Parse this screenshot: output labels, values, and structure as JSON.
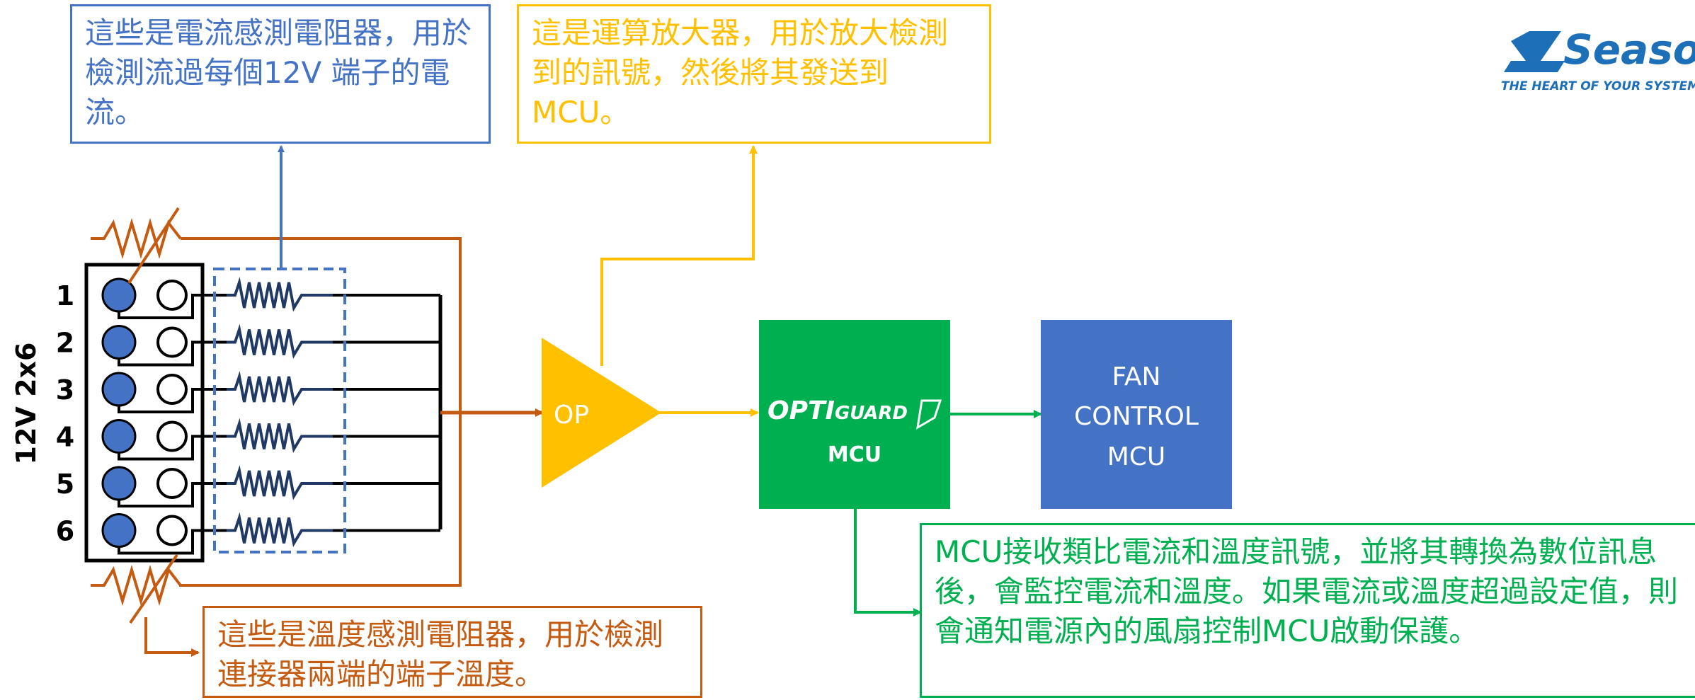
{
  "connector": {
    "label": "12V 2x6",
    "pins": [
      "1",
      "2",
      "3",
      "4",
      "5",
      "6"
    ]
  },
  "callouts": {
    "current_sense": "這些是電流感測電阻器，用於檢測流過每個12V 端子的電流。",
    "op_amp": "這是運算放大器，用於放大檢測到的訊號，然後將其發送到MCU。",
    "temperature_sense": "這些是溫度感測電阻器，用於檢測連接器兩端的端子溫度。",
    "mcu_description": "MCU接收類比電流和溫度訊號，並將其轉換為數位訊息後，會監控電流和溫度。如果電流或溫度超過設定值，則會通知電源內的風扇控制MCU啟動保護。"
  },
  "blocks": {
    "op_label": "OP",
    "optiguard_logo_main": "OPTI",
    "optiguard_logo_sub": "GUARD",
    "mcu_label": "MCU",
    "fan_control": [
      "FAN",
      "CONTROL",
      "MCU"
    ]
  },
  "brand": {
    "name": "Seasonic",
    "tagline": "THE HEART OF YOUR SYSTEM"
  },
  "colors": {
    "blue": "#4472c4",
    "orange": "#c55a11",
    "gold": "#ffc000",
    "green": "#00b050",
    "fan_block": "#4472c4",
    "brand_blue": "#1d6fb8"
  }
}
